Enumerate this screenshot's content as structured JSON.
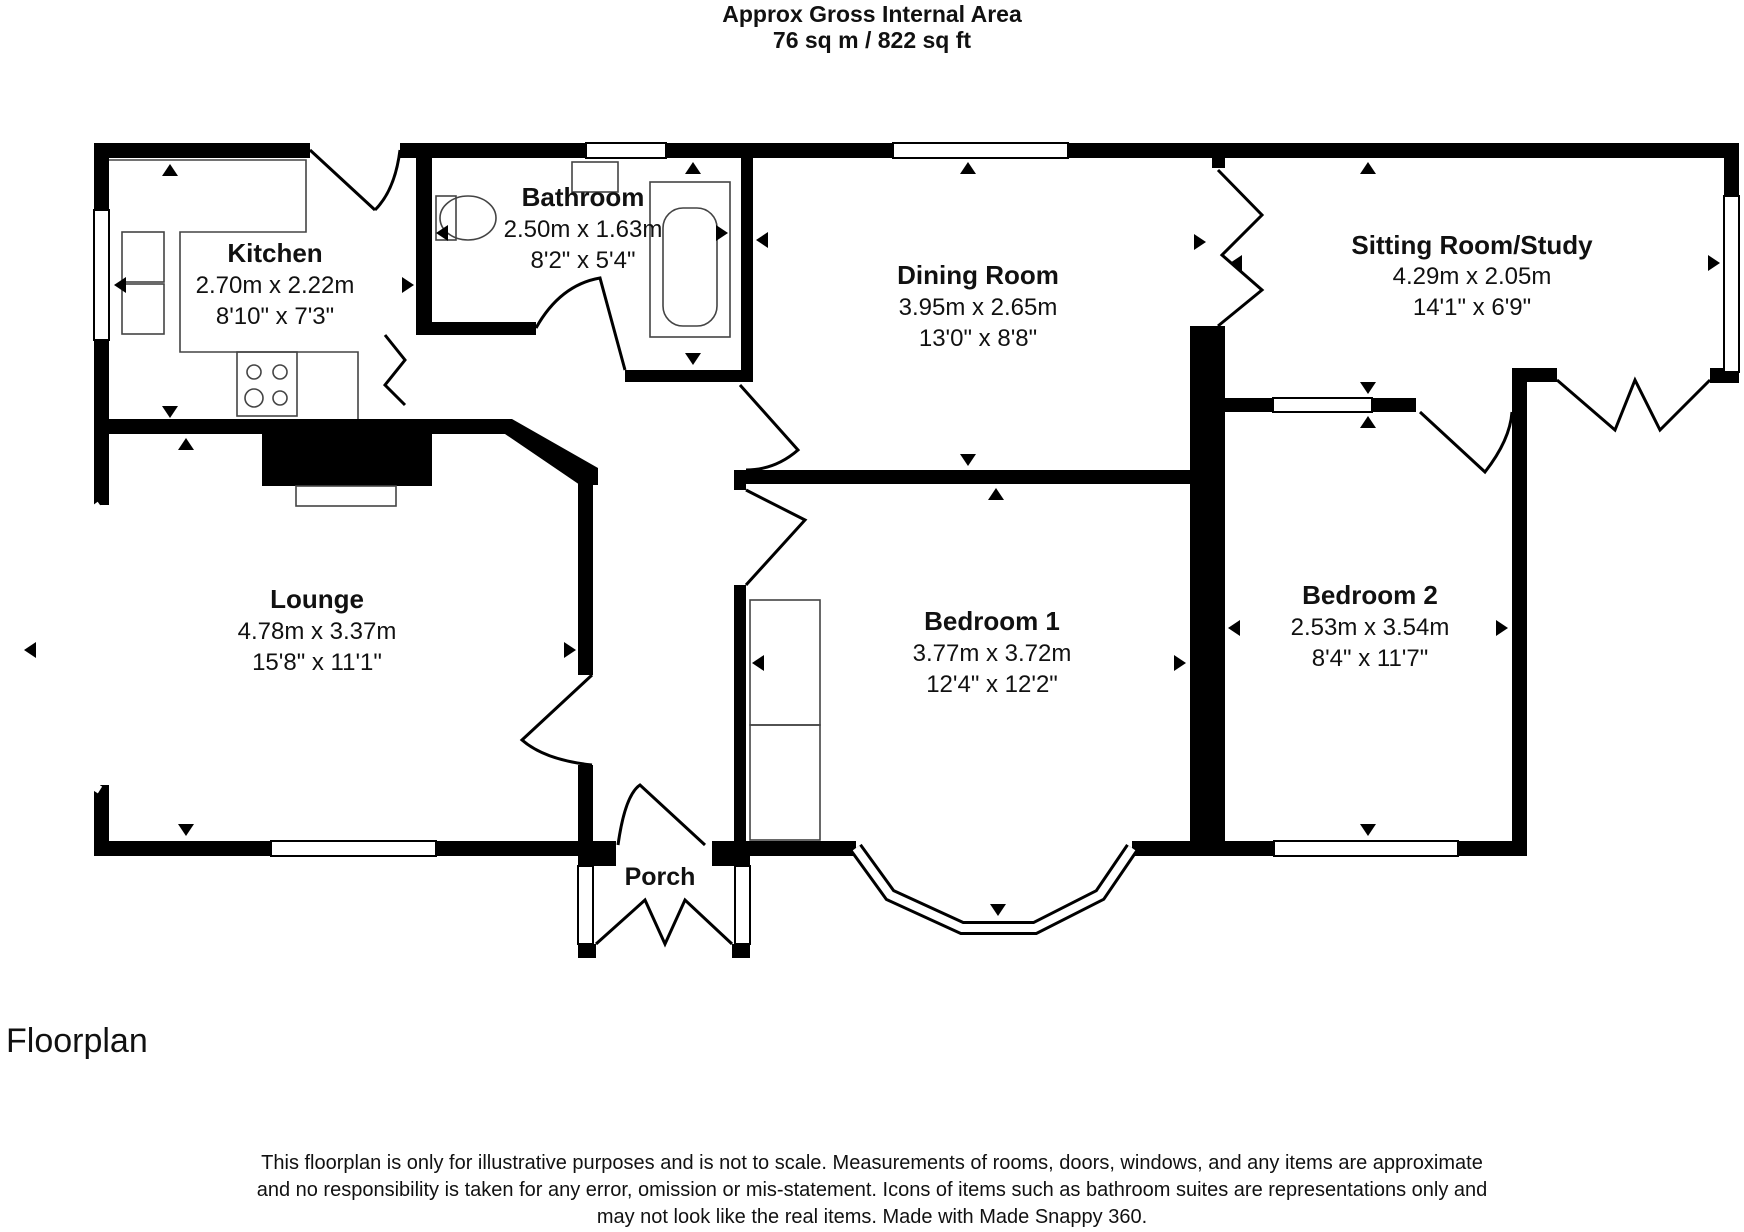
{
  "header": {
    "line1": "Approx Gross Internal Area",
    "line2": "76 sq m / 822 sq ft"
  },
  "rooms": {
    "kitchen": {
      "name": "Kitchen",
      "metric": "2.70m x 2.22m",
      "imperial": "8'10\" x 7'3\""
    },
    "bathroom": {
      "name": "Bathroom",
      "metric": "2.50m x 1.63m",
      "imperial": "8'2\" x 5'4\""
    },
    "dining": {
      "name": "Dining Room",
      "metric": "3.95m x 2.65m",
      "imperial": "13'0\" x 8'8\""
    },
    "sitting": {
      "name": "Sitting Room/Study",
      "metric": "4.29m x 2.05m",
      "imperial": "14'1\" x 6'9\""
    },
    "lounge": {
      "name": "Lounge",
      "metric": "4.78m x 3.37m",
      "imperial": "15'8\" x 11'1\""
    },
    "bedroom1": {
      "name": "Bedroom 1",
      "metric": "3.77m x 3.72m",
      "imperial": "12'4\" x 12'2\""
    },
    "bedroom2": {
      "name": "Bedroom 2",
      "metric": "2.53m x 3.54m",
      "imperial": "8'4\" x 11'7\""
    },
    "porch": {
      "name": "Porch"
    }
  },
  "plan_label": "Floorplan",
  "disclaimer": {
    "line1": "This floorplan is only for illustrative purposes and is not to scale. Measurements of rooms, doors, windows, and any items are approximate",
    "line2": "and no responsibility is taken for any error, omission or mis-statement. Icons of items such as bathroom suites are representations only and",
    "line3": "may not look like the real items. Made with Made Snappy 360."
  }
}
